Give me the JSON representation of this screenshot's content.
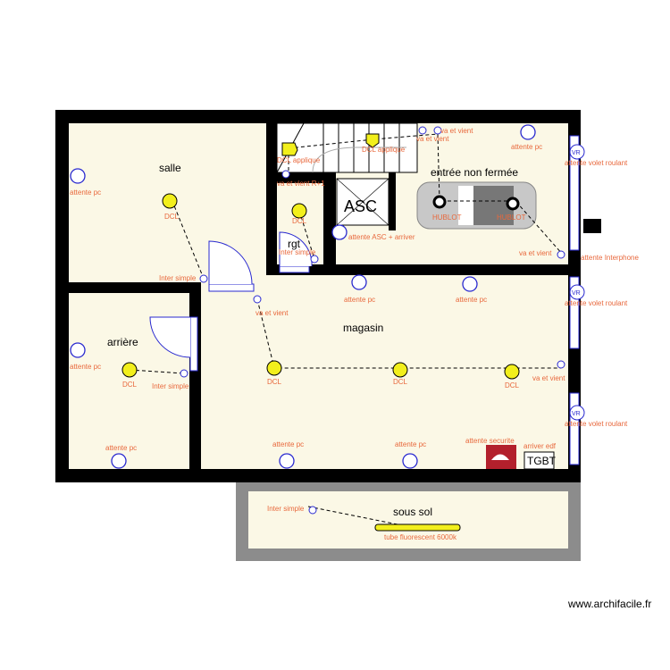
{
  "colors": {
    "wall": "#000000",
    "floor": "#fbf8e6",
    "label": "#e8683c",
    "symbol": "#2a2ad0",
    "light": "#f2ef1c",
    "basement_wall": "#8c8c8c",
    "security": "#b3202c"
  },
  "rooms": {
    "salle": "salle",
    "arriere": "arrière",
    "rgt": "rgt",
    "entree": "entrée non fermée",
    "magasin": "magasin",
    "sous_sol": "sous sol",
    "asc": "ASC",
    "tgbt": "TGBT"
  },
  "labels": {
    "attente_pc": "attente pc",
    "dcl": "DCL",
    "dcl_applique": "DCL applique",
    "inter_simple": "Inter simple",
    "va_et_vient": "va et vient",
    "va_et_vient_r1": "va et vient R+1",
    "attente_asc": "attente ASC + arriver",
    "hublot": "HUBLOT",
    "attente_volet": "attente volet roulant",
    "vr": "VR",
    "attente_interphone": "attente Interphone",
    "attente_securite": "attente securite",
    "arriver_edf": "arriver edf",
    "tube": "tube fluorescent 6000k"
  },
  "watermark": "www.archifacile.fr"
}
